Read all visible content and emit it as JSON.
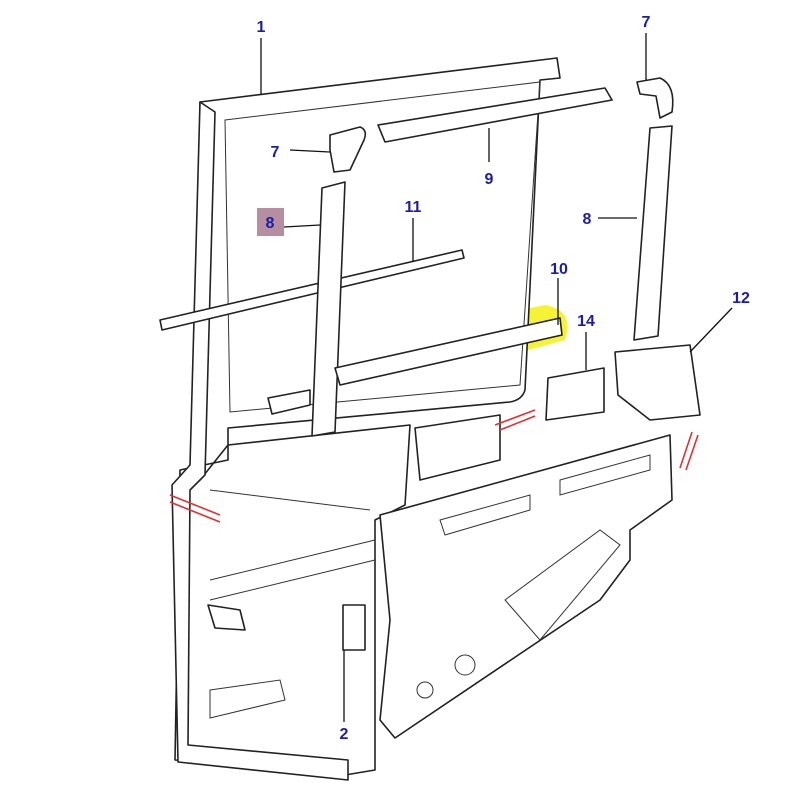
{
  "diagram": {
    "labels": {
      "door_frame": "1",
      "corner_left": "7",
      "corner_right": "7",
      "channel_left": "8",
      "channel_right": "8",
      "top_channel": "9",
      "waist_seal": "11",
      "bottom_channel": "10",
      "bracket": "12",
      "glass": "14",
      "trim_panel": "2"
    },
    "colors": {
      "label": "#1c1caa",
      "highlight": "#f2f000",
      "selected_box": "#b58fa0",
      "cut_marks": "#e03030"
    },
    "selected_label": "channel_left"
  }
}
